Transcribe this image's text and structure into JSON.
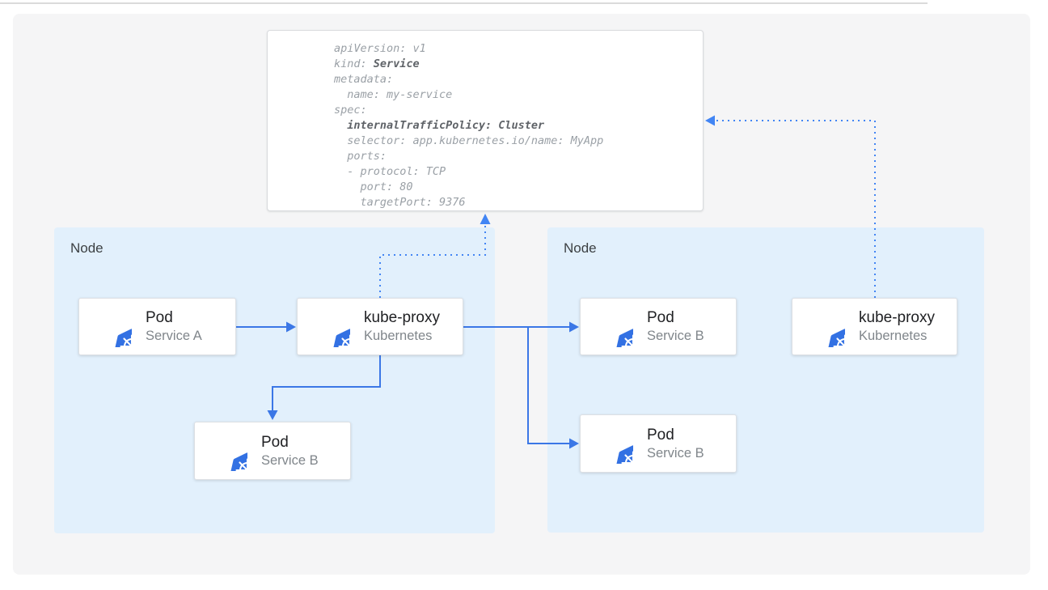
{
  "yaml_panel": {
    "lines": [
      {
        "pre": "apiVersion: v1",
        "bold": ""
      },
      {
        "pre": "kind: ",
        "bold": "Service"
      },
      {
        "pre": "metadata:",
        "bold": ""
      },
      {
        "pre": "  name: my-service",
        "bold": ""
      },
      {
        "pre": "spec:",
        "bold": ""
      },
      {
        "pre": "  ",
        "bold": "internalTrafficPolicy: Cluster"
      },
      {
        "pre": "  selector: app.kubernetes.io/name: MyApp",
        "bold": ""
      },
      {
        "pre": "  ports:",
        "bold": ""
      },
      {
        "pre": "  - protocol: TCP",
        "bold": ""
      },
      {
        "pre": "    port: 80",
        "bold": ""
      },
      {
        "pre": "    targetPort: 9376",
        "bold": ""
      }
    ]
  },
  "nodes": {
    "left": {
      "label": "Node"
    },
    "right": {
      "label": "Node"
    }
  },
  "cards": {
    "pod_a": {
      "title": "Pod",
      "subtitle": "Service A",
      "icon": "kubernetes-wheel"
    },
    "kube_proxy_left": {
      "title": "kube-proxy",
      "subtitle": "Kubernetes",
      "icon": "kubernetes-wheel"
    },
    "pod_b_left": {
      "title": "Pod",
      "subtitle": "Service B",
      "icon": "kubernetes-wheel"
    },
    "pod_b_right_top": {
      "title": "Pod",
      "subtitle": "Service B",
      "icon": "kubernetes-wheel"
    },
    "kube_proxy_right": {
      "title": "kube-proxy",
      "subtitle": "Kubernetes",
      "icon": "kubernetes-wheel"
    },
    "pod_b_right_bottom": {
      "title": "Pod",
      "subtitle": "Service B",
      "icon": "kubernetes-wheel"
    }
  },
  "connections": {
    "pod_a_to_kube_proxy": "solid",
    "kube_proxy_to_pod_b_left": "solid",
    "kube_proxy_to_pod_b_right_top": "solid",
    "kube_proxy_to_pod_b_right_bottom": "solid",
    "kube_proxy_left_to_service_yaml": "dotted",
    "kube_proxy_right_to_service_yaml": "dotted"
  },
  "colors": {
    "kubernetes_blue": "#3371e3",
    "arrow_solid_blue": "#3b77e6",
    "arrow_dotted_blue": "#4285f4",
    "node_background": "#e2f0fc",
    "panel_background": "#f5f5f6",
    "card_border": "#dde0e4",
    "code_text": "#9aa0a6",
    "code_bold_text": "#5f6368",
    "title_text": "#202124",
    "subtitle_text": "#80868b",
    "node_label_text": "#3c4043"
  }
}
